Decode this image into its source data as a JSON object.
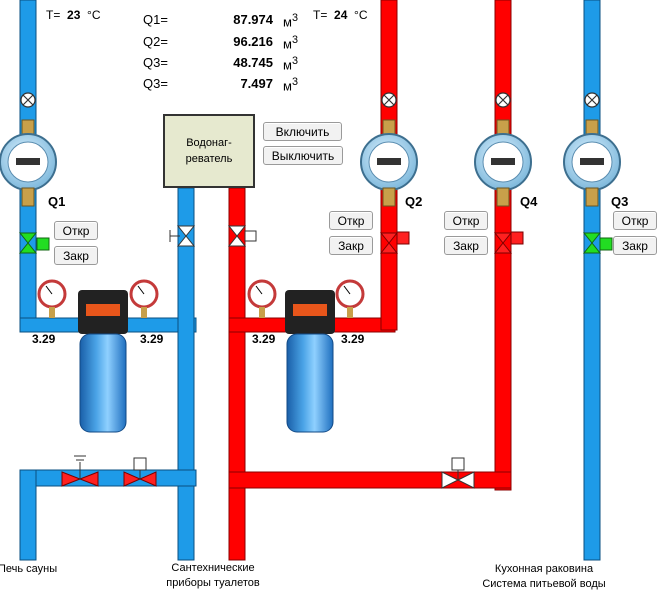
{
  "temperatures": [
    {
      "prefix": "T=",
      "value": "23",
      "unit": "°C"
    },
    {
      "prefix": "T=",
      "value": "24",
      "unit": "°C"
    }
  ],
  "readings": [
    {
      "label": "Q1=",
      "value": "87.974",
      "unit": "м",
      "sup": "3"
    },
    {
      "label": "Q2=",
      "value": "96.216",
      "unit": "м",
      "sup": "3"
    },
    {
      "label": "Q3=",
      "value": "48.745",
      "unit": "м",
      "sup": "3"
    },
    {
      "label": "Q3=",
      "value": "7.497",
      "unit": "м",
      "sup": "3"
    }
  ],
  "heater": {
    "line1": "Водонаг-",
    "line2": "реватель",
    "on_label": "Включить",
    "off_label": "Выключить"
  },
  "meters": [
    "Q1",
    "Q2",
    "Q4",
    "Q3"
  ],
  "valve_buttons": {
    "open": "Откр",
    "close": "Закр"
  },
  "pressures": [
    "3.29",
    "3.29",
    "3.29",
    "3.29"
  ],
  "outlets": {
    "sauna": "Печь сауны",
    "toilets_1": "Сантехнические",
    "toilets_2": "приборы туалетов",
    "kitchen_1": "Кухонная раковина",
    "kitchen_2": "Система питьевой воды"
  },
  "colors": {
    "cold_pipe": "#1e9be8",
    "hot_pipe": "#ff0000",
    "valve_open": "#22dd22",
    "valve_closed": "#ff2020",
    "heater_fill": "#e6e9cf"
  }
}
